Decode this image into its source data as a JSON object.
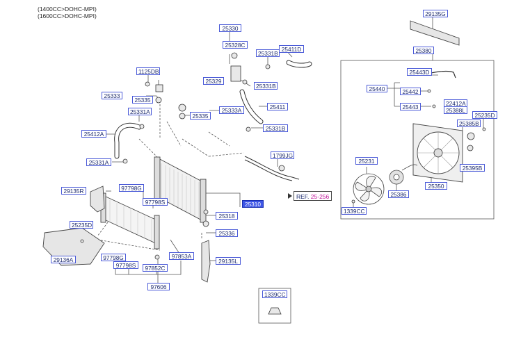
{
  "header": {
    "line1": "(1400CC>DOHC-MPI)",
    "line2": "(1600CC>DOHC-MPI)"
  },
  "labels": {
    "l25330": "25330",
    "l25328C": "25328C",
    "l25331B_top": "25331B",
    "l25411D": "25411D",
    "l1125DB": "1125DB",
    "l25329": "25329",
    "l25331B_mid": "25331B",
    "l25333": "25333",
    "l25335_a": "25335",
    "l25333A": "25333A",
    "l25335_b": "25335",
    "l25411": "25411",
    "l25331A_top": "25331A",
    "l25331B_low": "25331B",
    "l25412A": "25412A",
    "l25331A_low": "25331A",
    "l1799JG": "1799JG",
    "l29135R": "29135R",
    "l97798G_top": "97798G",
    "l97798S_top": "97798S",
    "l25310": "25310",
    "l25318": "25318",
    "l25235D_left": "25235D",
    "l25336": "25336",
    "l29136A": "29136A",
    "l97798G_low": "97798G",
    "l97798S_low": "97798S",
    "l97853A": "97853A",
    "l97852C": "97852C",
    "l29135L": "29135L",
    "l97606": "97606",
    "l29135G": "29135G",
    "l25380": "25380",
    "l25443D": "25443D",
    "l25440": "25440",
    "l25442": "25442",
    "l25443": "25443",
    "l22412A": "22412A",
    "l25388L": "25388L",
    "l25235D_right": "25235D",
    "l25385B": "25385B",
    "l25231": "25231",
    "l25395B": "25395B",
    "l25386": "25386",
    "l25350": "25350",
    "l1339CC_small": "1339CC",
    "l1339CC_box": "1339CC"
  },
  "ref": {
    "prefix": "REF.",
    "number": "25-256"
  },
  "colors": {
    "label_border": "#4a5ad8",
    "label_text": "#1c2a6e",
    "highlight": "#3d55e6",
    "ref_number": "#c0149a"
  }
}
